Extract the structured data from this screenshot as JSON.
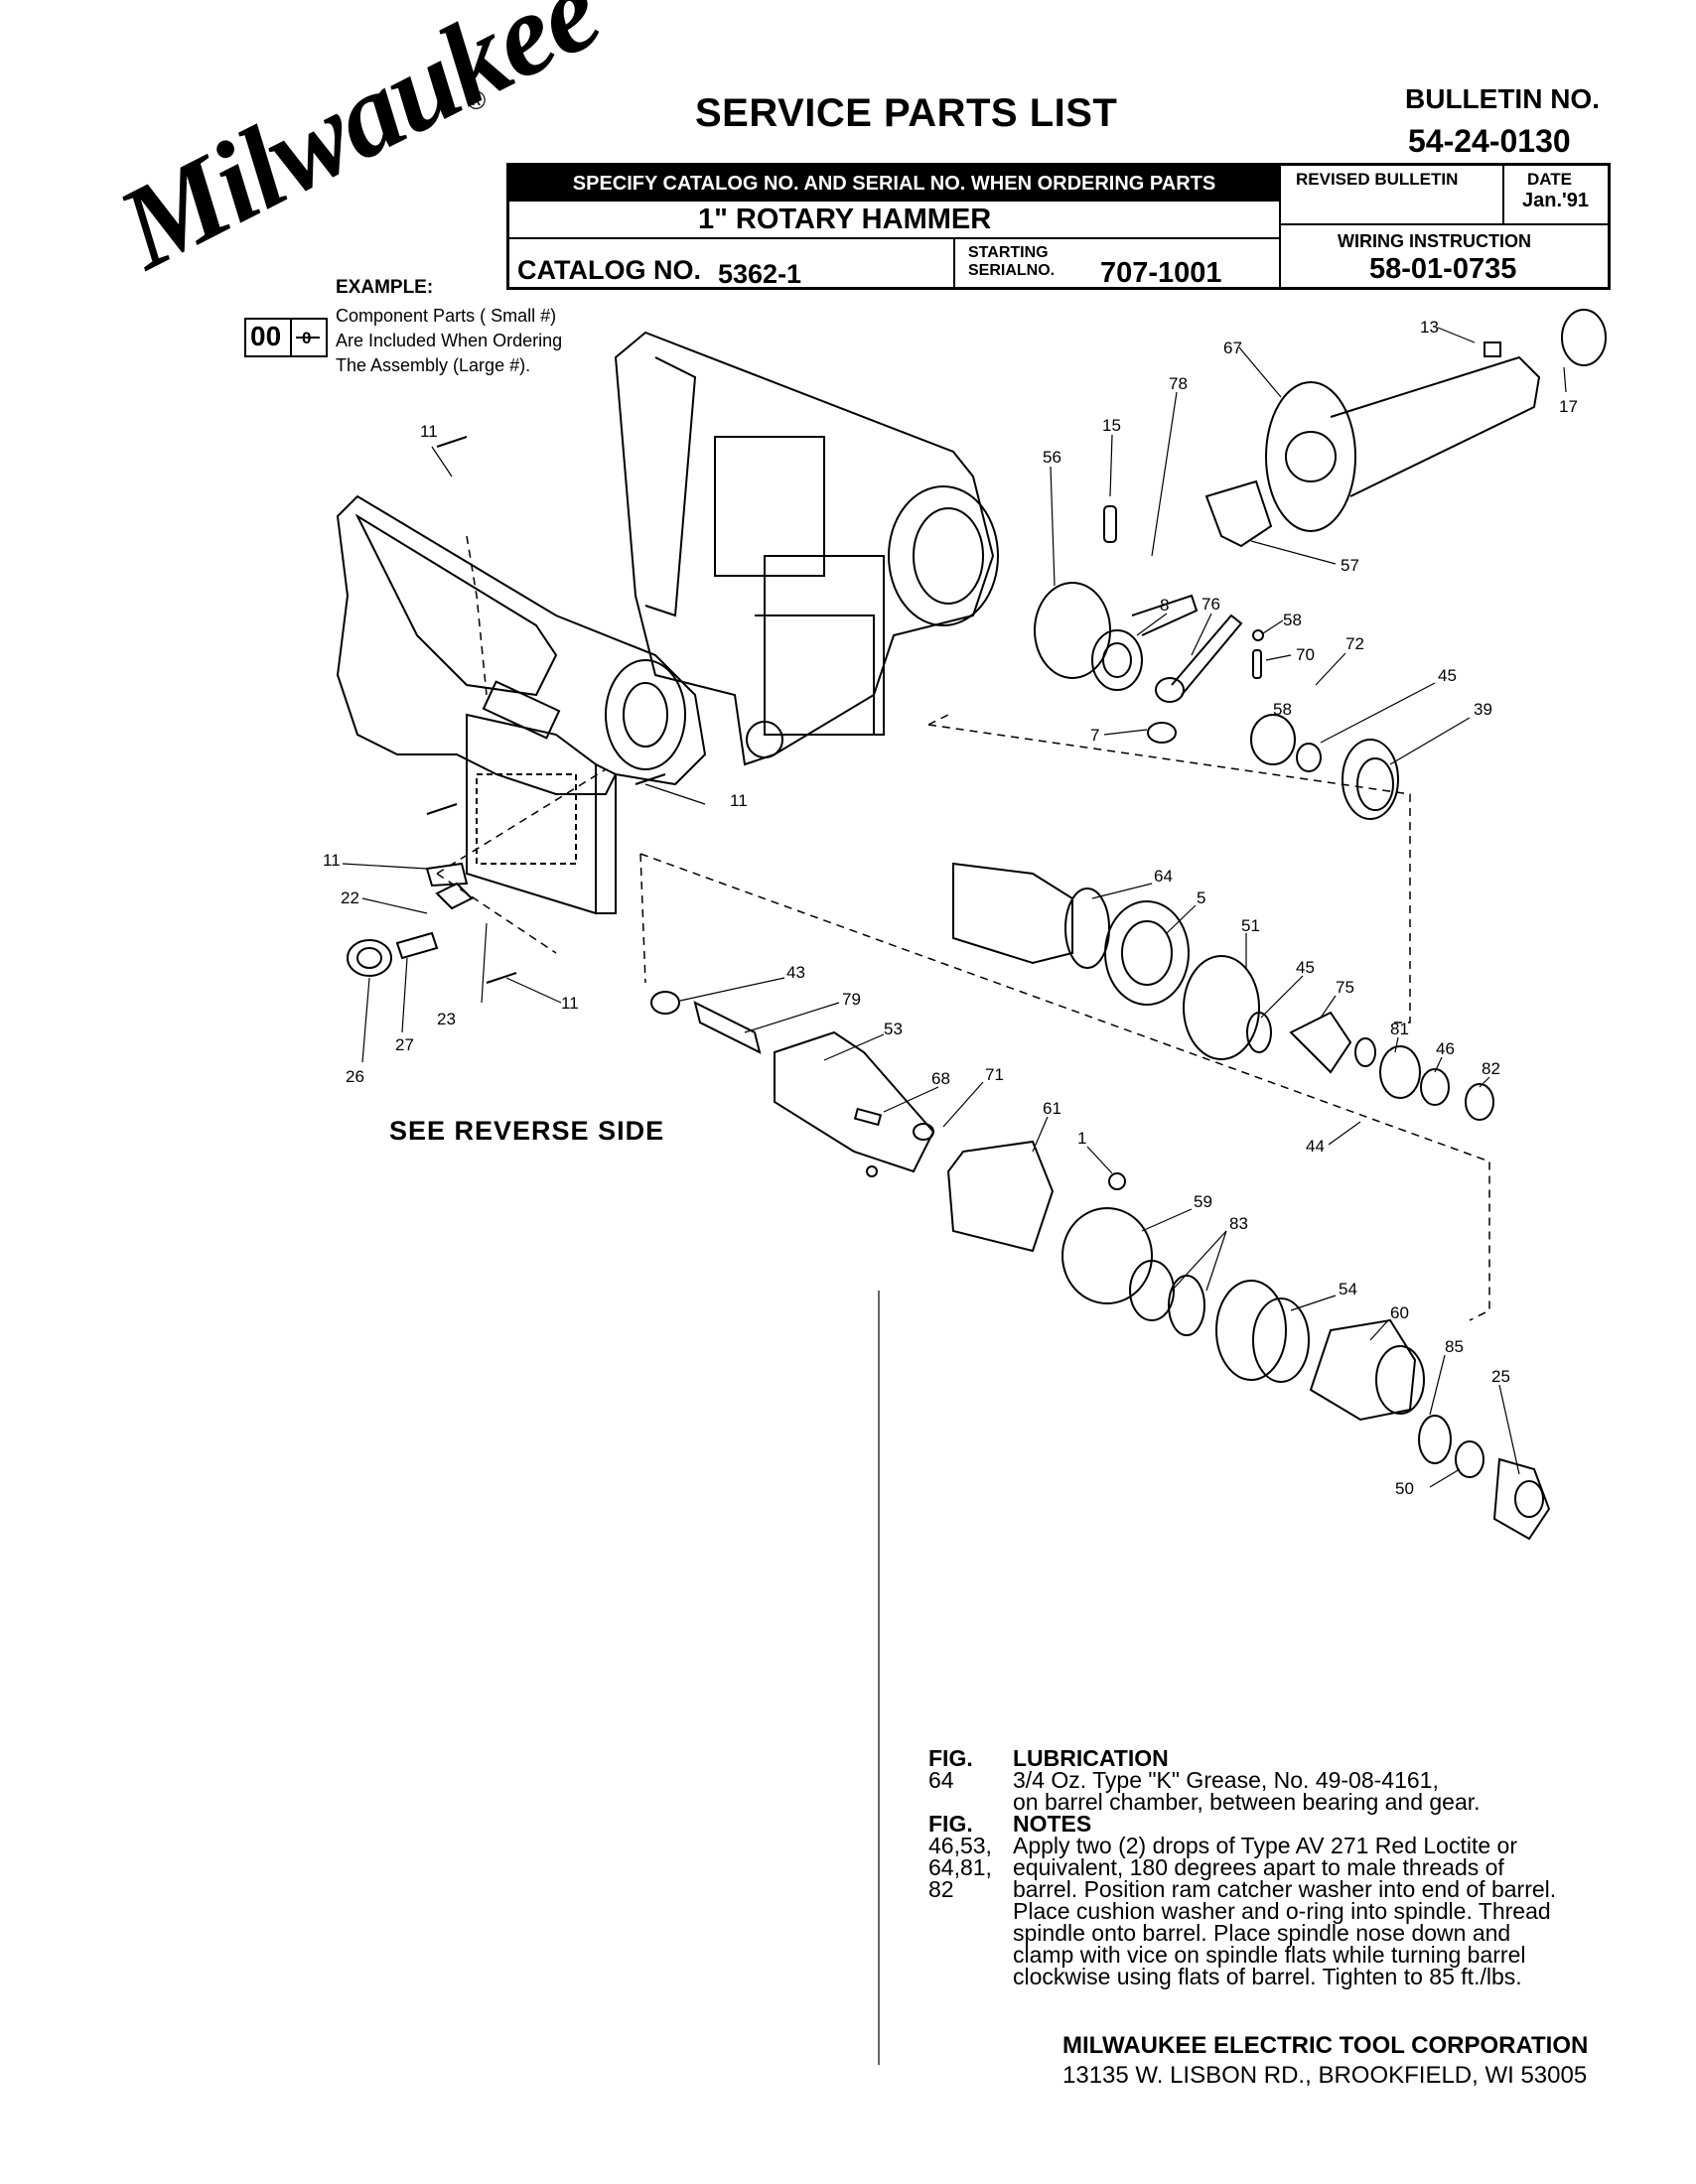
{
  "logo": {
    "text": "Milwaukee",
    "registered": "®"
  },
  "header": {
    "title": "SERVICE PARTS LIST",
    "bulletin_label": "BULLETIN NO.",
    "bulletin_no": "54-24-0130",
    "specify_text": "SPECIFY CATALOG NO. AND SERIAL NO. WHEN ORDERING PARTS",
    "product_name": "1\"  ROTARY HAMMER",
    "revised_label": "REVISED BULLETIN",
    "date_label": "DATE",
    "date_value": "Jan.'91",
    "wiring_label": "WIRING INSTRUCTION",
    "wiring_value": "58-01-0735",
    "catalog_label": "CATALOG NO.",
    "catalog_value": "5362-1",
    "starting_label": "STARTING",
    "serial_label": "SERIALNO.",
    "serial_value": "707-1001"
  },
  "example": {
    "label": "EXAMPLE:",
    "big_number": "00",
    "small_number": "0",
    "line1": "Component Parts (  Small #)",
    "line2": "Are Included When Ordering",
    "line3": "The Assembly (Large #)."
  },
  "see_reverse": "SEE  REVERSE  SIDE",
  "part_labels": {
    "p11a": "11",
    "p11b": "11",
    "p11c": "11",
    "p11d": "11",
    "p22": "22",
    "p23": "23",
    "p26": "26",
    "p27": "27",
    "p13": "13",
    "p17": "17",
    "p67": "67",
    "p78": "78",
    "p15": "15",
    "p56": "56",
    "p57": "57",
    "p8": "8",
    "p76": "76",
    "p58a": "58",
    "p58b": "58",
    "p70": "70",
    "p72": "72",
    "p45a": "45",
    "p39": "39",
    "p7": "7",
    "p64": "64",
    "p5": "5",
    "p51": "51",
    "p45b": "45",
    "p75": "75",
    "p81": "81",
    "p46": "46",
    "p82": "82",
    "p44": "44",
    "p43": "43",
    "p79": "79",
    "p53": "53",
    "p68": "68",
    "p71": "71",
    "p61": "61",
    "p1": "1",
    "p59": "59",
    "p83": "83",
    "p54": "54",
    "p60": "60",
    "p85": "85",
    "p25": "25",
    "p50": "50"
  },
  "lubrication": {
    "fig_label": "FIG.",
    "fig_value": "64",
    "heading": "LUBRICATION",
    "line1": "3/4 Oz. Type \"K\" Grease, No. 49-08-4161,",
    "line2": "on barrel chamber, between bearing and gear."
  },
  "notes": {
    "fig_label": "FIG.",
    "heading": "NOTES",
    "fig_values": [
      "46,53,",
      "64,81,",
      "82"
    ],
    "lines": [
      "Apply two (2) drops of Type AV 271 Red Loctite or",
      "equivalent, 180 degrees apart to male threads of",
      "barrel. Position ram catcher washer into end of barrel.",
      "Place cushion washer and o-ring into spindle. Thread",
      "spindle onto barrel. Place spindle nose down and",
      "clamp with vice on spindle flats while turning barrel",
      "clockwise using flats of barrel. Tighten to 85 ft./lbs."
    ]
  },
  "company": {
    "name": "MILWAUKEE ELECTRIC TOOL CORPORATION",
    "address": "13135 W. LISBON RD., BROOKFIELD, WI 53005"
  }
}
